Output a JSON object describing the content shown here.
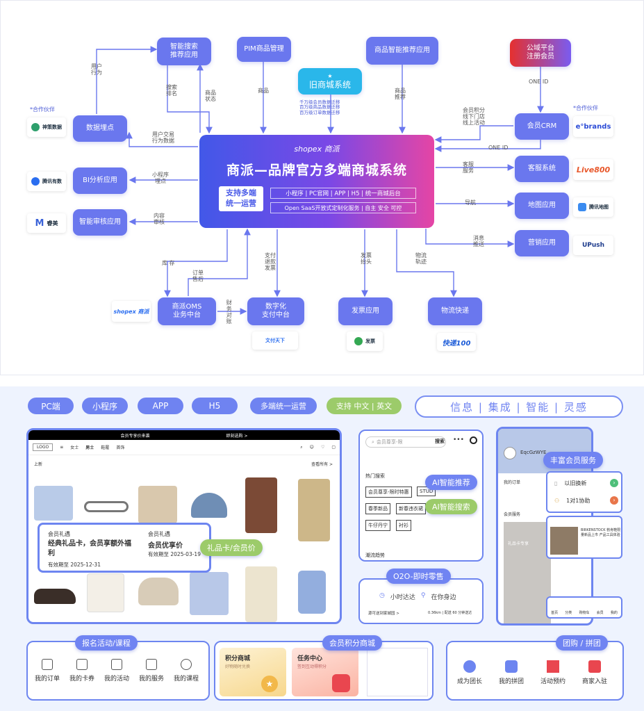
{
  "diagram": {
    "center": {
      "logo": "shopex 商派",
      "title": "商派—品牌官方多端商城系统",
      "badge": "支持多端\n统一运营",
      "row1": "小程序 | PC官网 | APP | H5 | 统一商城后台",
      "row2": "Open SaaS开放式定制化服务 | 自主 安全 可控"
    },
    "nodes": {
      "smart_search": "智能搜索\n推荐应用",
      "pim": "PIM商品管理",
      "recommend": "商品智能推荐应用",
      "public_platform": "公域平台\n注册会员",
      "old_mall": "旧商城系统",
      "old_mall_sub": "千万级会员数据迁移\n百万级商品数据迁移\n百万级订单数据迁移",
      "data_tracking": "数据埋点",
      "crm": "会员CRM",
      "bi": "BI分析应用",
      "customer_service": "客服系统",
      "audit": "智能审核应用",
      "map": "地图应用",
      "marketing": "营销应用",
      "oms": "商派OMS\n业务中台",
      "payment": "数字化\n支付中台",
      "invoice": "发票应用",
      "logistics": "物流快递"
    },
    "edges": {
      "user_behavior": "用户\n行为",
      "search_rank": "搜索\n排名",
      "product_status": "商品\n状态",
      "product": "商品",
      "product_recommend": "商品\n推荐",
      "one_id_top": "ONE ID",
      "one_id": "ONE ID",
      "member_points": "会员积分\n线下门店\n线上活动",
      "user_trade": "用户交易\n行为数据",
      "miniapp_tracking": "小程序\n埋点",
      "cs_service": "客服\n服务",
      "content_audit": "内容\n审核",
      "navigation": "导航",
      "message_push": "消息\n推送",
      "inventory": "库 存",
      "order_afterservice": "订单\n售后",
      "payment_refund": "支付\n退款\n发票",
      "finance": "财务对账",
      "invoice_header": "发票\n抬头",
      "logistics_track": "物流\n轨迹"
    },
    "partner_labels": {
      "left": "*合作伙伴",
      "right": "*合作伙伴"
    },
    "partners": {
      "shence": "神策数据",
      "tencent_youshu": "腾讯有数",
      "ruimei": "睿美",
      "ebrands": "e°brands",
      "live800": "Live800",
      "tencent_map": "腾讯地图",
      "upush": "UPush",
      "shopex": "shopex 商派",
      "wenfu": "文付天下",
      "fapiao": "发票",
      "kuaidi100": "快递100"
    }
  },
  "bottom": {
    "pills": [
      "PC端",
      "小程序",
      "APP",
      "H5",
      "多端统一运营",
      "支持 中文 | 英文"
    ],
    "tagline": "信息 | 集成 | 智能 | 灵感",
    "desktop": {
      "banner": "会员专享价来袭",
      "banner_link": "即刻选购 >",
      "logo": "LOGO",
      "nav": [
        "女士",
        "男士",
        "鞋履",
        "首饰"
      ],
      "section": "上新",
      "more": "查看所有 >",
      "coupon1_label": "会员礼遇",
      "coupon1_title": "经典礼品卡，会员享额外福利",
      "coupon1_expiry": "有效期至 2025-12-31",
      "coupon2_label": "会员礼遇",
      "coupon2_title": "会员优享价",
      "coupon2_expiry": "有效期至 2025-03-19",
      "gift_tag": "礼品卡/会员价"
    },
    "search_mobile": {
      "placeholder": "会员尊享-限",
      "search_btn": "搜索",
      "hot": "热门搜索",
      "chips": [
        "会员尊享-限时特惠",
        "STUD",
        "春季新品",
        "新春违衣裙",
        "牛仔丹宁",
        "衬衫"
      ],
      "trend": "潮流趋势",
      "ai_recommend": "AI智能推荐",
      "ai_search": "AI智能搜索"
    },
    "o2o": {
      "tag": "O2O-即时零售",
      "hour": "小时达达",
      "near": "在你身边",
      "row": "源可送到家城园 >",
      "dist": "0.36km | 配送 60 分钟送达"
    },
    "member_phone": {
      "name": "EqcGzWYE",
      "orders": "我的订单",
      "services": "会员服务",
      "rich_tag": "丰富会员服务",
      "exchange": "以旧换新",
      "assist": "1对1协助",
      "banner_text": "BIRKENSTOCK 勃肯鞋限量新品上市 产品工具体验",
      "promo": "礼品卡专享",
      "bottom_items": [
        "首页",
        "分类",
        "购物车",
        "会员",
        "我的"
      ]
    },
    "activities": {
      "tag": "报名活动/课程",
      "items": [
        "我的订单",
        "我的卡券",
        "我的活动",
        "我的服务",
        "我的课程"
      ]
    },
    "points": {
      "tag": "会员积分商城",
      "mall_title": "积分商城",
      "mall_sub": "好物随时兑换",
      "task_title": "任务中心",
      "task_sub": "签到互动得积分"
    },
    "group": {
      "tag": "团购 / 拼团",
      "items": [
        "成为团长",
        "我的拼团",
        "活动预约",
        "商家入驻"
      ]
    }
  }
}
